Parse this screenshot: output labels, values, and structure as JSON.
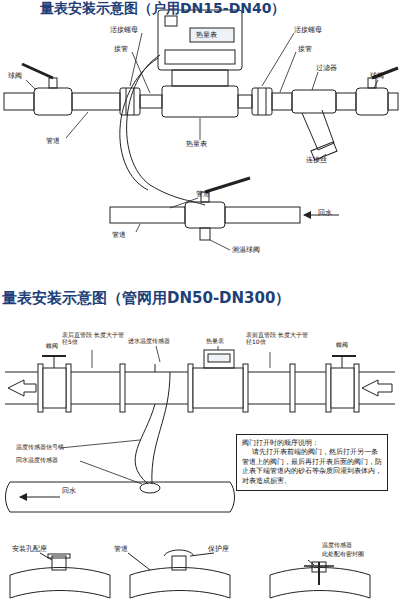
{
  "diagram": {
    "nodes": [
      {
        "text": [
          "阀门打开时的顺序说明：",
          "请先打开表前端的阀门，然后打开另一条管道上的阀门，最后再打开表后面的阀门，防止表下端管道内的砂石等杂质回灌到表体内，对表造成损害。"
        ]
      }
    ],
    "labels": [
      "量表安装示意图（户用DN15-DN40）",
      "活接螺母",
      "接管",
      "球阀",
      "热量表",
      "活接螺母",
      "接管",
      "过滤器",
      "球阀",
      "管道",
      "热量表",
      "连接丝",
      "管道",
      "管道",
      "回水",
      "测温球阀",
      "量表安装示意图（管网用DN50-DN300）",
      "表后直管段 长度大于管径5倍",
      "进水温度传感器",
      "热量表",
      "表前直管段 长度大于管径10倍",
      "蝶阀",
      "蝶阀",
      "温度传感器信号线",
      "回水温度传感器",
      "回水",
      "安装孔配座",
      "管道",
      "保护座",
      "温度传感器",
      "此处配有密封圈"
    ]
  }
}
